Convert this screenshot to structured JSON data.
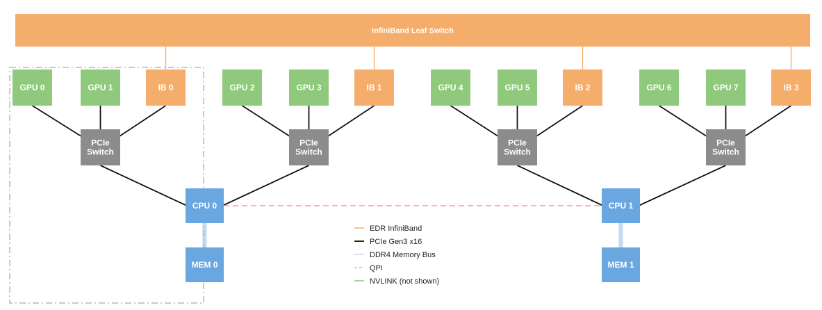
{
  "colors": {
    "gpu": "#8fc97b",
    "ib": "#f5ad6b",
    "switch": "#8c8c8c",
    "cpu": "#6aa6df",
    "pcie_link": "#111111",
    "ib_link": "#f5ad6b",
    "ddr4_link": "#c5d9f1",
    "qpi_link": "#f0a0a0",
    "nvlink": "#8fc97b"
  },
  "leaf_switch": {
    "label": "InfiniBand Leaf Switch"
  },
  "groups": [
    {
      "gpus": [
        "GPU 0",
        "GPU 1"
      ],
      "ib": "IB 0",
      "switch": [
        "PCIe",
        "Switch"
      ]
    },
    {
      "gpus": [
        "GPU 2",
        "GPU 3"
      ],
      "ib": "IB 1",
      "switch": [
        "PCIe",
        "Switch"
      ]
    },
    {
      "gpus": [
        "GPU 4",
        "GPU 5"
      ],
      "ib": "IB 2",
      "switch": [
        "PCIe",
        "Switch"
      ]
    },
    {
      "gpus": [
        "GPU 6",
        "GPU 7"
      ],
      "ib": "IB 3",
      "switch": [
        "PCIe",
        "Switch"
      ]
    }
  ],
  "cpus": [
    {
      "label": "CPU 0",
      "memory": "MEM 0"
    },
    {
      "label": "CPU 1",
      "memory": "MEM 1"
    }
  ],
  "legend": [
    {
      "label": "EDR InfiniBand",
      "style": "ib_link",
      "dashed": false
    },
    {
      "label": "PCIe Gen3 x16",
      "style": "pcie_link",
      "dashed": false
    },
    {
      "label": "DDR4 Memory Bus",
      "style": "ddr4_link",
      "dashed": false
    },
    {
      "label": "QPI",
      "style": "qpi_link",
      "dashed": true
    },
    {
      "label": "NVLINK (not shown)",
      "style": "nvlink",
      "dashed": false
    }
  ]
}
